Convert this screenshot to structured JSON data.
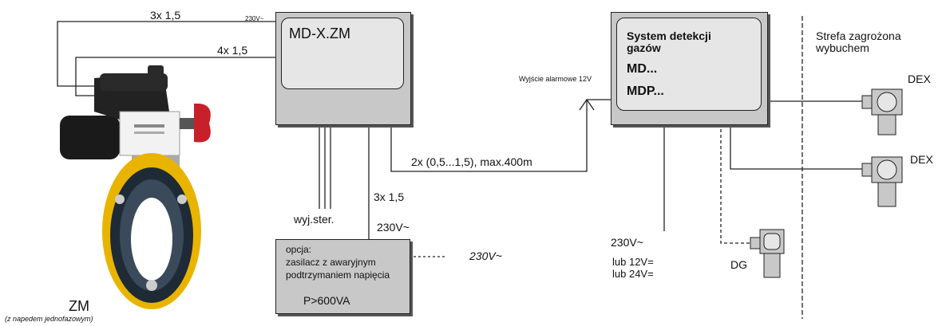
{
  "valve": {
    "name": "ZM",
    "note": "(z napedem jednofazowym)"
  },
  "controller": {
    "title": "MD-X.ZM",
    "supply": "230V~",
    "cable_top": "3x 1,5",
    "cable_valve": "4x 1,5",
    "control_out": "wyj.ster.",
    "cable_psu": "3x 1,5",
    "psu_supply": "230V~"
  },
  "psu": {
    "line1": "opcja:",
    "line2": "zasilacz z awaryjnym",
    "line3": "podtrzymaniem napięcia",
    "power": "P>600VA",
    "input": "230V~"
  },
  "link": {
    "cable": "2x (0,5...1,5),  max.400m",
    "alarm_out": "Wyjście alarmowe 12V"
  },
  "detection": {
    "title_line1": "System detekcji",
    "title_line2": "gazów",
    "model1": "MD...",
    "model2": "MDP...",
    "supply1": "230V~",
    "supply2": "lub 12V=",
    "supply3": "lub 24V="
  },
  "zone": {
    "title_line1": "Strefa zagrożona",
    "title_line2": "wybuchem"
  },
  "sensors": {
    "dex1": "DEX",
    "dex2": "DEX",
    "dg": "DG"
  },
  "colors": {
    "box_fill": "#c8c8c8",
    "panel_fill": "#e6e6e6",
    "valve_yellow": "#e8b400",
    "actuator_black": "#1a1a1a",
    "handle_red": "#c8202a"
  }
}
